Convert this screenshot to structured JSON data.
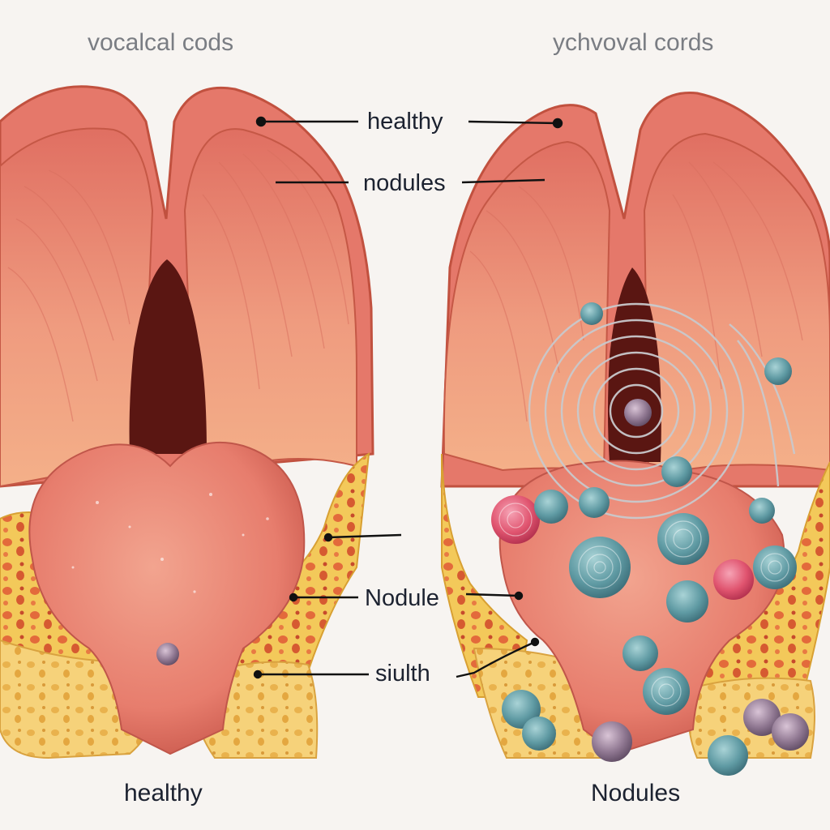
{
  "panels": {
    "left_title": "vocalcal cods",
    "right_title": "ychvoval cords",
    "left_caption": "healthy",
    "right_caption": "Nodules"
  },
  "labels": {
    "healthy": "healthy",
    "nodules": "nodules",
    "nodule": "Nodule",
    "siulth": "siulth"
  },
  "colors": {
    "background": "#f7f4f1",
    "tissue": "#e8806c",
    "tissue_dark": "#b9473a",
    "cartilage": "#f3c95a",
    "nodule_teal": "#5f9aa3",
    "nodule_pink": "#e0546f"
  }
}
